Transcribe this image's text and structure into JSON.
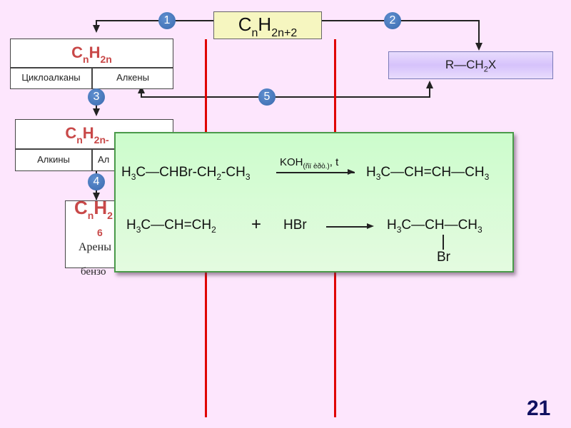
{
  "slide_number": "21",
  "top_box": {
    "formula_main": "C",
    "sub_n": "n",
    "h": "H",
    "sub_h": "2n+2"
  },
  "halide_box": {
    "text": "R—CH",
    "sub": "2",
    "suffix": "X"
  },
  "alkene_box": {
    "c": "C",
    "sub_n": "n",
    "h": "H",
    "sub_h": "2n",
    "cells": [
      "Циклоалканы",
      "Алкены"
    ]
  },
  "alkyne_box": {
    "c": "C",
    "sub_n": "n",
    "h": "H",
    "sub_h": "2n-",
    "cells": [
      "Алкины",
      "Ал"
    ]
  },
  "arene_box": {
    "c": "C",
    "sub_n": "n",
    "h": "H",
    "sub_h": "2",
    "num": "6",
    "line1": "Арены",
    "line2": "бензо"
  },
  "badges": [
    "1",
    "2",
    "3",
    "4",
    "5"
  ],
  "colors": {
    "background": "#fde6fd",
    "formula_red": "#c84848",
    "red_line": "#e00000",
    "badge": "#3a6aae",
    "green_panel": "#ccfccc",
    "halide_box": "#dcc8fc",
    "top_box": "#f6f6c0",
    "slide_number": "#101060"
  },
  "reaction1": {
    "reactant": [
      "H",
      "3",
      "C—CHBr-CH",
      "2",
      "-CH",
      "3"
    ],
    "condition": "KOH",
    "condition_sub": "(ñï èðò.)",
    "condition_t": ", t",
    "product": [
      "H",
      "3",
      "C—CH=CH—CH",
      "3"
    ]
  },
  "reaction2": {
    "reactant": [
      "H",
      "3",
      "C—CH=CH",
      "2"
    ],
    "plus": "+",
    "reagent": "HBr",
    "product": [
      "H",
      "3",
      "C—CH—CH",
      "3"
    ],
    "product_branch": "Br"
  }
}
